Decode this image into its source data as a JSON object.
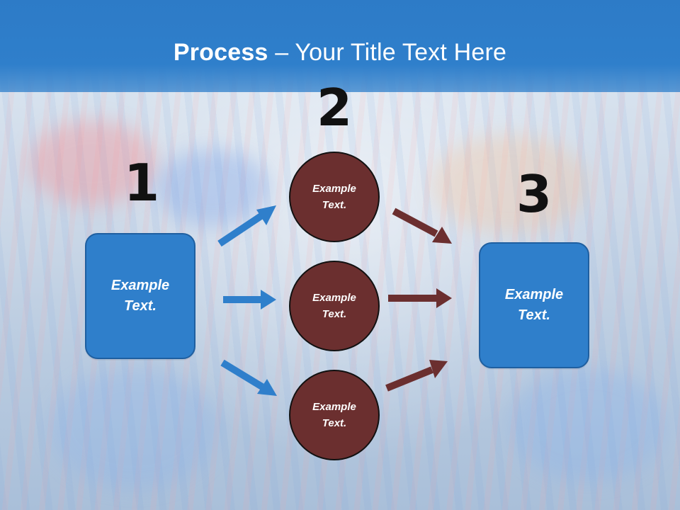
{
  "slide": {
    "title": {
      "strong": "Process",
      "separator": " – ",
      "rest": "Your Title Text Here"
    },
    "steps": {
      "one": "1",
      "two": "2",
      "three": "3"
    },
    "boxes": {
      "left": "Example\nText.",
      "right": "Example\nText."
    },
    "circles": {
      "top": "Example\nText.",
      "middle": "Example\nText.",
      "bottom": "Example\nText."
    }
  },
  "colors": {
    "title_bar": "#2f7fcb",
    "box_fill": "#2f7fcb",
    "circle_fill": "#6b2f2f",
    "arrow_blue": "#2f7fcb",
    "arrow_brown": "#6b2f2f",
    "number_text": "#111111"
  }
}
